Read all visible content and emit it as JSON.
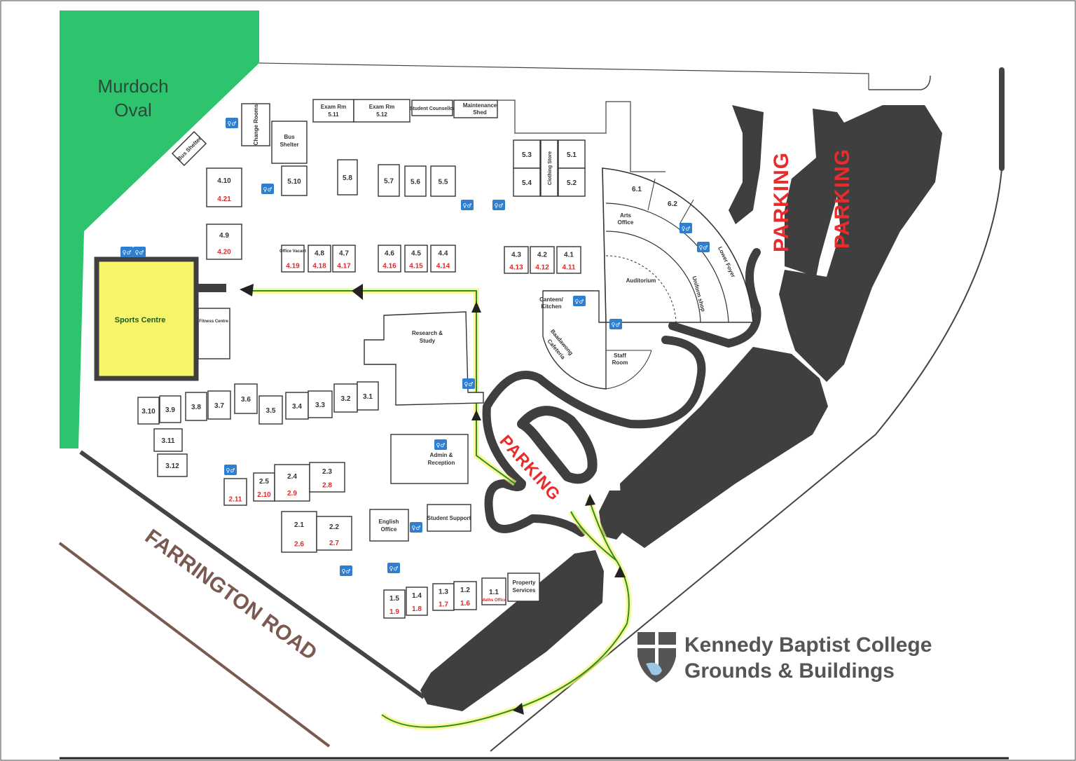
{
  "title": {
    "line1": "Kennedy Baptist College",
    "line2": "Grounds & Buildings"
  },
  "colors": {
    "oval": "#2ec46e",
    "sports_centre": "#f7f56a",
    "parking": "#3f3f3f",
    "parking_label": "#ea2b2b",
    "room_alt_label": "#e0292b",
    "path": "#2e8b2e",
    "path_glow": "#f3f56b",
    "toilet": "#2f7fd0",
    "road_label": "#7a5a50"
  },
  "icons": {
    "toilet": "toilet-icon",
    "direction_arrow": "arrow-icon",
    "logo": "college-crest-logo"
  },
  "areas": {
    "oval_line1": "Murdoch",
    "oval_line2": "Oval",
    "road": "FARRINGTON ROAD",
    "parking": [
      "PARKING",
      "PARKING",
      "PARKING"
    ],
    "sports_centre": "Sports Centre",
    "fitness_centre": "Fitness Centre",
    "research": [
      "Research &",
      "Study"
    ],
    "admin": [
      "Admin &",
      "Reception"
    ],
    "english": [
      "English",
      "Office"
    ],
    "student_support": "Student Support",
    "auditorium": "Auditorium",
    "canteen": [
      "Canteen/",
      "Kitchen"
    ],
    "cafeteria": [
      "Baadawong",
      "Cafeteria"
    ],
    "staff_room": [
      "Staff",
      "Room"
    ],
    "arts_office": [
      "Arts",
      "Office"
    ],
    "uniform_shop": "Uniform shop",
    "lower_foyer": "Lower Foyer",
    "clothing_store": "Clothing Store",
    "exam_511": [
      "Exam Rm",
      "5.11"
    ],
    "exam_512": [
      "Exam Rm",
      "5.12"
    ],
    "student_counsellor": "Student Counsellor",
    "maintenance_shed": [
      "Maintenance",
      "Shed"
    ],
    "change_rooms": "Change Rooms",
    "bus_shelter": [
      "Bus",
      "Shelter"
    ],
    "bus_shelter_2": "Bus Shelter",
    "property_services": [
      "Property",
      "Services"
    ],
    "office_vacant": "Office Vacant",
    "maths_office": "Maths Office"
  },
  "rooms": [
    {
      "num": "5.10"
    },
    {
      "num": "5.8"
    },
    {
      "num": "5.7"
    },
    {
      "num": "5.6"
    },
    {
      "num": "5.5"
    },
    {
      "num": "5.3"
    },
    {
      "num": "5.1"
    },
    {
      "num": "5.4"
    },
    {
      "num": "5.2"
    },
    {
      "num": "4.10",
      "alt": "4.21"
    },
    {
      "num": "4.9",
      "alt": "4.20"
    },
    {
      "num": "",
      "alt": "4.19"
    },
    {
      "num": "4.8",
      "alt": "4.18"
    },
    {
      "num": "4.7",
      "alt": "4.17"
    },
    {
      "num": "4.6",
      "alt": "4.16"
    },
    {
      "num": "4.5",
      "alt": "4.15"
    },
    {
      "num": "4.4",
      "alt": "4.14"
    },
    {
      "num": "4.3",
      "alt": "4.13"
    },
    {
      "num": "4.2",
      "alt": "4.12"
    },
    {
      "num": "4.1",
      "alt": "4.11"
    },
    {
      "num": "3.10"
    },
    {
      "num": "3.9"
    },
    {
      "num": "3.8"
    },
    {
      "num": "3.7"
    },
    {
      "num": "3.6"
    },
    {
      "num": "3.5"
    },
    {
      "num": "3.4"
    },
    {
      "num": "3.3"
    },
    {
      "num": "3.2"
    },
    {
      "num": "3.1"
    },
    {
      "num": "3.11"
    },
    {
      "num": "3.12"
    },
    {
      "num": "",
      "alt": "2.11"
    },
    {
      "num": "2.5",
      "alt": "2.10"
    },
    {
      "num": "2.4",
      "alt": "2.9"
    },
    {
      "num": "2.3",
      "alt": "2.8"
    },
    {
      "num": "2.1",
      "alt": "2.6"
    },
    {
      "num": "2.2",
      "alt": "2.7"
    },
    {
      "num": "1.5",
      "alt": "1.9"
    },
    {
      "num": "1.4",
      "alt": "1.8"
    },
    {
      "num": "1.3",
      "alt": "1.7"
    },
    {
      "num": "1.2",
      "alt": "1.6"
    },
    {
      "num": "1.1"
    },
    {
      "num": "6.1"
    },
    {
      "num": "6.2"
    }
  ]
}
